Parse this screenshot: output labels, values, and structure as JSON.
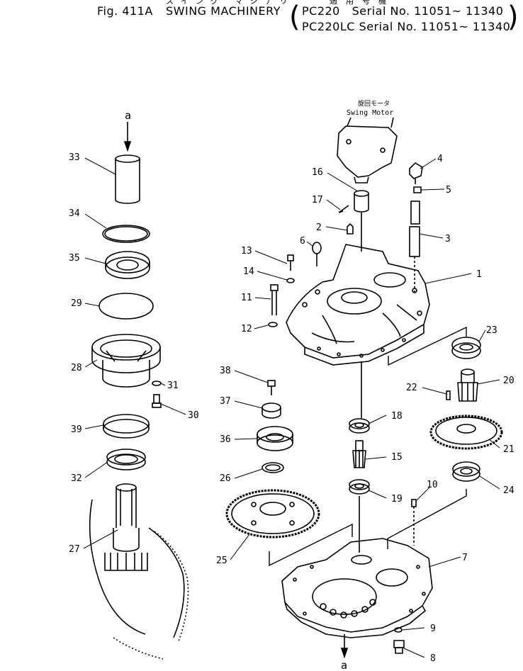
{
  "header": {
    "japanese_title": "スイング マシナリ",
    "japanese_applicable": "適用号機",
    "fig_id": "Fig. 411A",
    "title": "SWING MACHINERY",
    "applicability": [
      "PC220   Serial No. 11051~ 11340",
      "PC220LC Serial No. 11051~ 11340"
    ]
  },
  "diagram": {
    "motor_label_jp": "旋回モータ",
    "motor_label": "Swing Motor",
    "arrow_labels": [
      "a",
      "a"
    ],
    "callouts": [
      "1",
      "2",
      "3",
      "4",
      "5",
      "6",
      "7",
      "8",
      "9",
      "10",
      "11",
      "12",
      "13",
      "14",
      "15",
      "16",
      "17",
      "18",
      "19",
      "20",
      "21",
      "22",
      "23",
      "24",
      "25",
      "26",
      "27",
      "28",
      "29",
      "30",
      "31",
      "32",
      "33",
      "34",
      "35",
      "36",
      "37",
      "38",
      "39"
    ]
  }
}
